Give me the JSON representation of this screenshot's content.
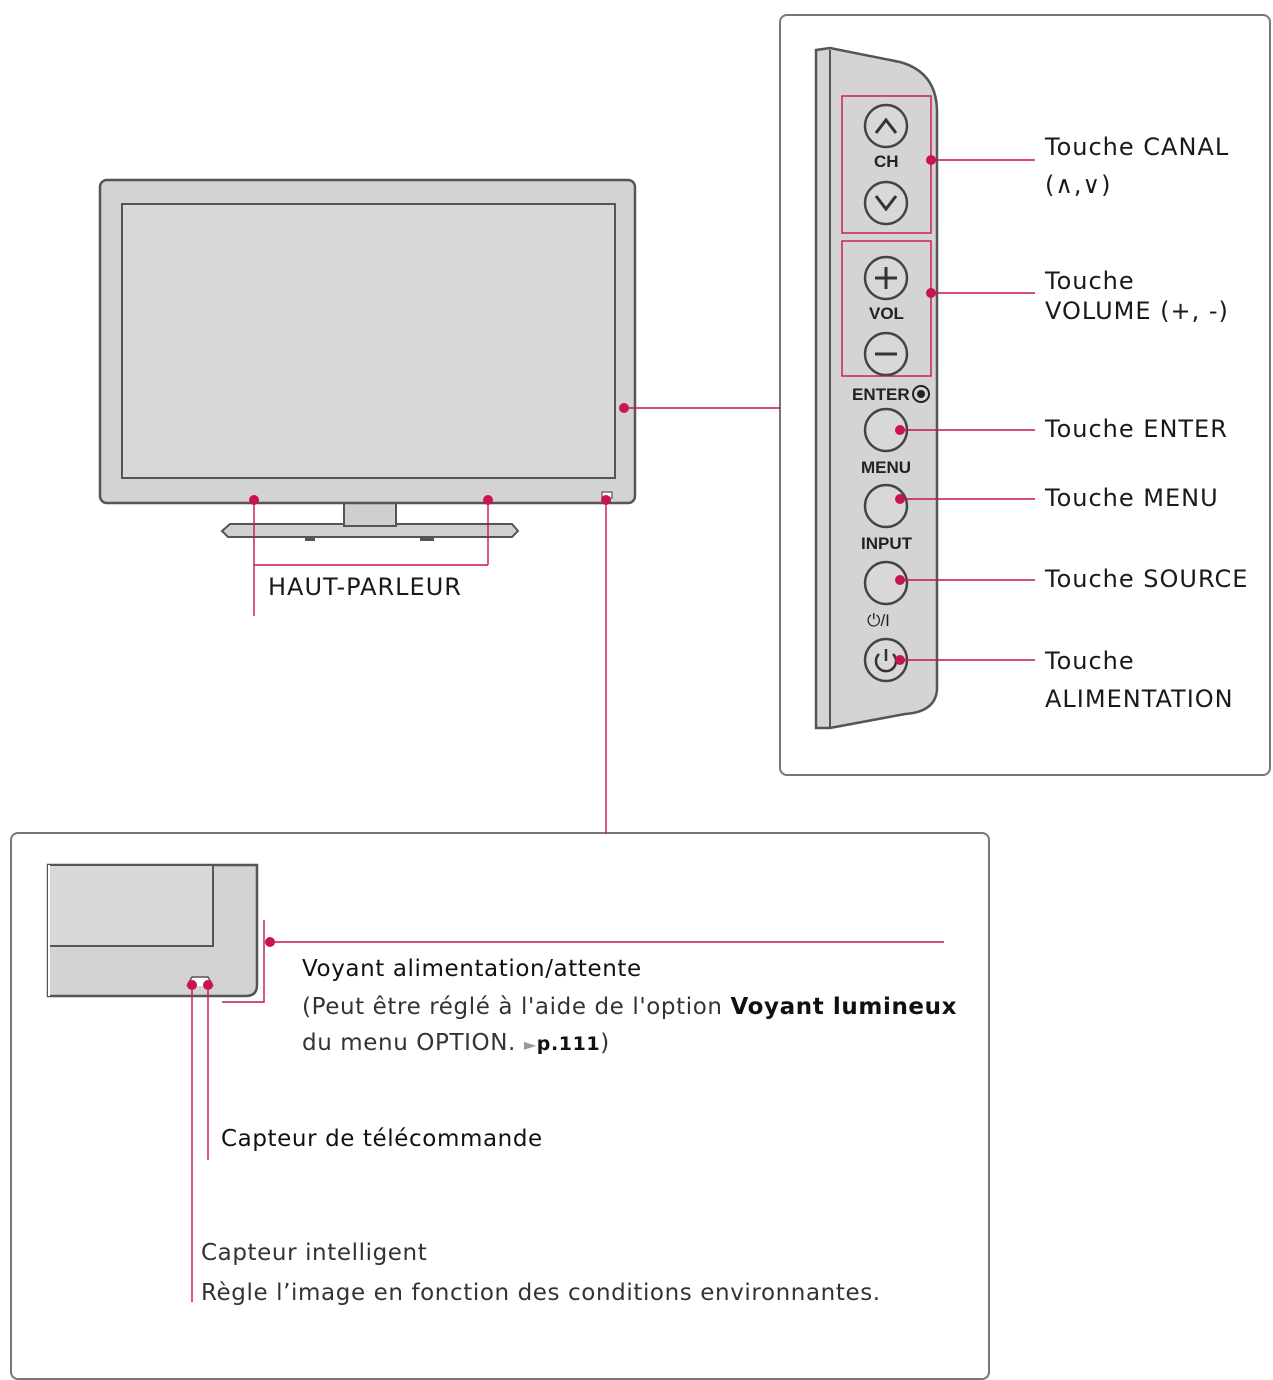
{
  "side_panel": {
    "buttons": {
      "ch": "CH",
      "vol": "VOL",
      "enter": "ENTER",
      "menu": "MENU",
      "input": "INPUT",
      "power": "⏻/I"
    },
    "labels": {
      "canal_line1": "Touche CANAL",
      "canal_line2": "(∧,∨)",
      "volume_line1": "Touche",
      "volume_line2": "VOLUME (+, -)",
      "enter": "Touche ENTER",
      "menu": "Touche MENU",
      "source": "Touche SOURCE",
      "power_line1": "Touche",
      "power_line2": "ALIMENTATION"
    }
  },
  "tv": {
    "speaker_label": "HAUT-PARLEUR"
  },
  "bottom_panel": {
    "standby_title": "Voyant alimentation/attente",
    "standby_note_prefix": "(Peut être réglé à l'aide de l'option ",
    "standby_note_bold": "Voyant lumineux",
    "standby_note_line2": "du menu OPTION.",
    "page_ref_arrow": "►",
    "page_ref": "p.111",
    "page_ref_close": ")",
    "remote_sensor": "Capteur de télécommande",
    "smart_sensor_title": "Capteur intelligent",
    "smart_sensor_desc": "Règle l’image en fonction des conditions environnantes."
  },
  "colors": {
    "accent": "#c8144f",
    "frame_gray": "#d4d4d4",
    "outline": "#555555"
  }
}
